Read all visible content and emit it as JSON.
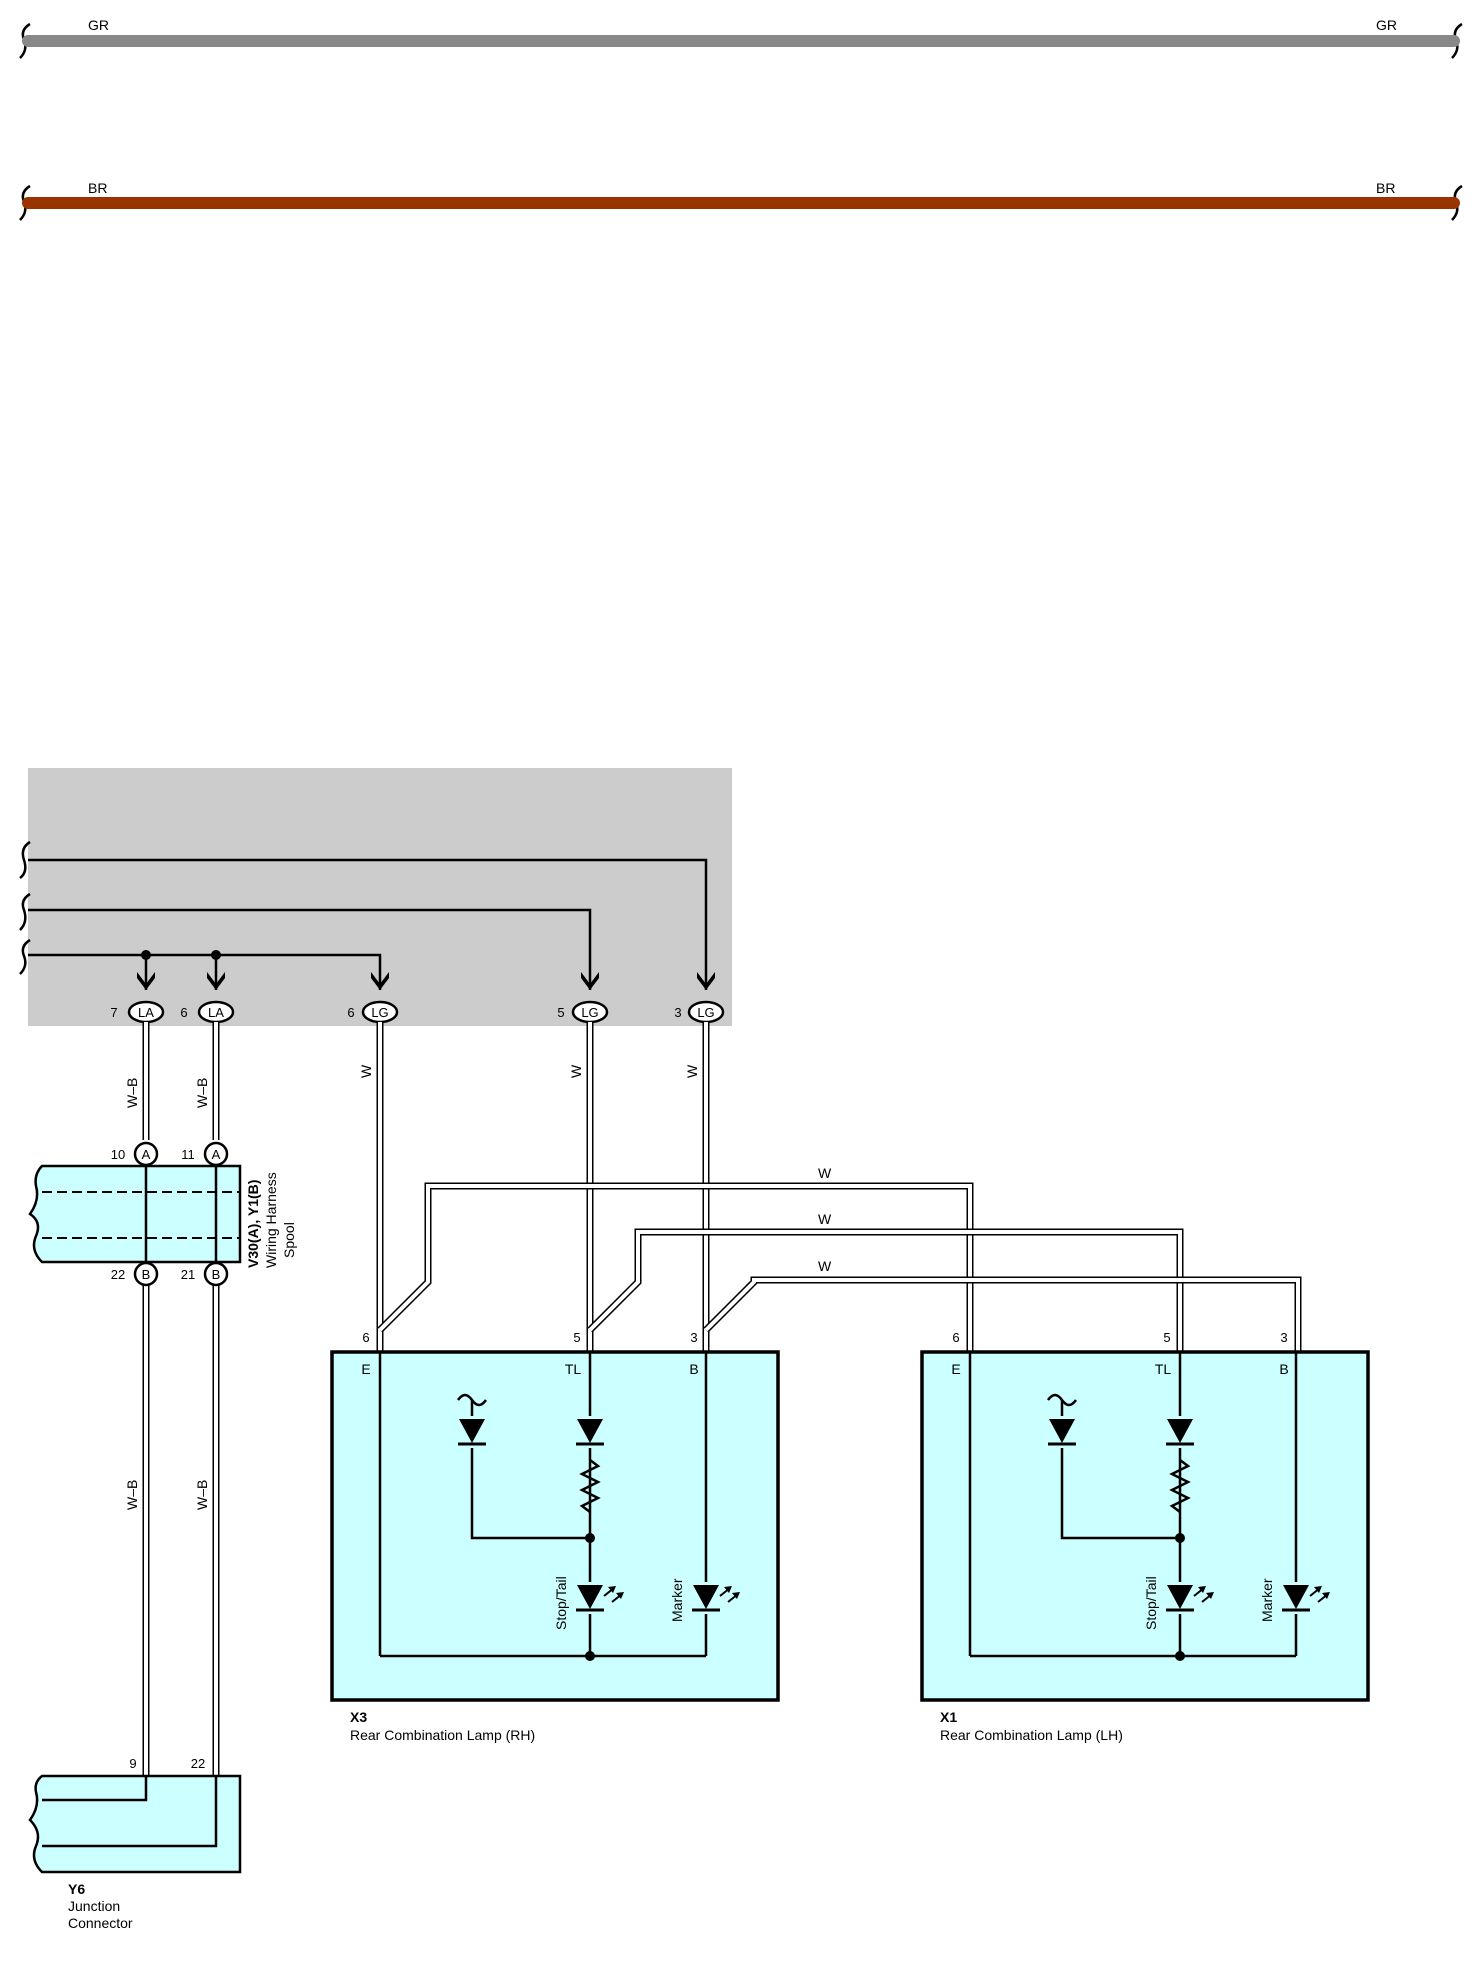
{
  "wires_top": [
    {
      "left_label": "GR",
      "right_label": "GR",
      "color": "#888888"
    },
    {
      "left_label": "BR",
      "right_label": "BR",
      "color": "#993300"
    }
  ],
  "colors": {
    "component_fill": "#ccffff",
    "junction_area_fill": "#cccccc",
    "wire_white": "#ffffff",
    "line": "#000000"
  },
  "junction_pins": [
    {
      "num": "7",
      "conn": "LA"
    },
    {
      "num": "6",
      "conn": "LA"
    },
    {
      "num": "6",
      "conn": "LG"
    },
    {
      "num": "5",
      "conn": "LG"
    },
    {
      "num": "3",
      "conn": "LG"
    }
  ],
  "wire_colors": {
    "w_b_1": "W–B",
    "w_b_2": "W–B",
    "w_b_3": "W–B",
    "w_b_4": "W–B",
    "w_1": "W",
    "w_2": "W",
    "w_3": "W",
    "w_cross_1": "W",
    "w_cross_2": "W",
    "w_cross_3": "W"
  },
  "spool": {
    "name": "V30(A), Y1(B)",
    "desc_line1": "Wiring Harness",
    "desc_line2": "Spool",
    "top_pins": [
      {
        "num": "10",
        "conn": "A"
      },
      {
        "num": "11",
        "conn": "A"
      }
    ],
    "bottom_pins": [
      {
        "num": "22",
        "conn": "B"
      },
      {
        "num": "21",
        "conn": "B"
      }
    ]
  },
  "junction_connector": {
    "code": "Y6",
    "line1": "Junction",
    "line2": "Connector",
    "pins": [
      "9",
      "22"
    ]
  },
  "lamp_rh": {
    "code": "X3",
    "name": "Rear Combination Lamp (RH)",
    "pins": [
      "6",
      "5",
      "3"
    ],
    "terminals": [
      "E",
      "TL",
      "B"
    ],
    "stop_label": "Stop/Tail",
    "marker_label": "Marker"
  },
  "lamp_lh": {
    "code": "X1",
    "name": "Rear Combination Lamp (LH)",
    "pins": [
      "6",
      "5",
      "3"
    ],
    "terminals": [
      "E",
      "TL",
      "B"
    ],
    "stop_label": "Stop/Tail",
    "marker_label": "Marker"
  }
}
